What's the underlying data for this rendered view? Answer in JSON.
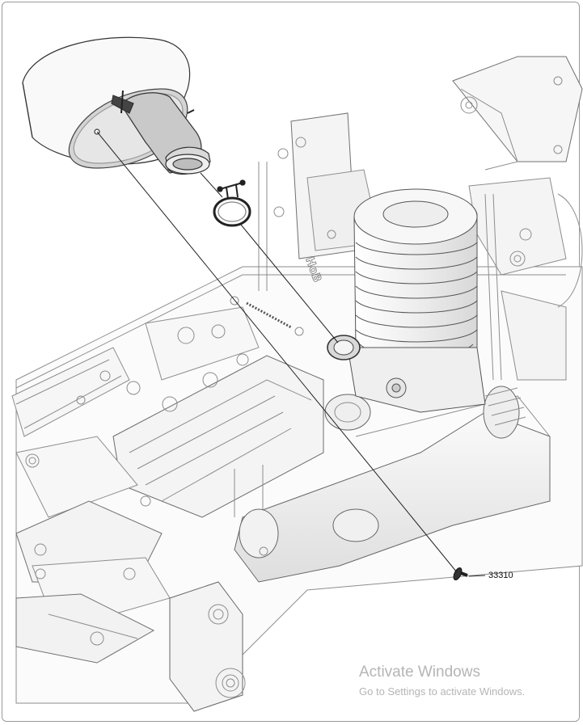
{
  "callouts": {
    "screw_part_number": "33310"
  },
  "watermark": {
    "title": "Activate Windows",
    "subtitle": "Go to Settings to activate Windows."
  },
  "logo_text": "HoB",
  "colors": {
    "line": "#3a3a3a",
    "light_line": "#8d8d8d",
    "fill": "#f7f7f7",
    "shade": "#dcdcdc",
    "watermark": "#b5b5b5"
  }
}
